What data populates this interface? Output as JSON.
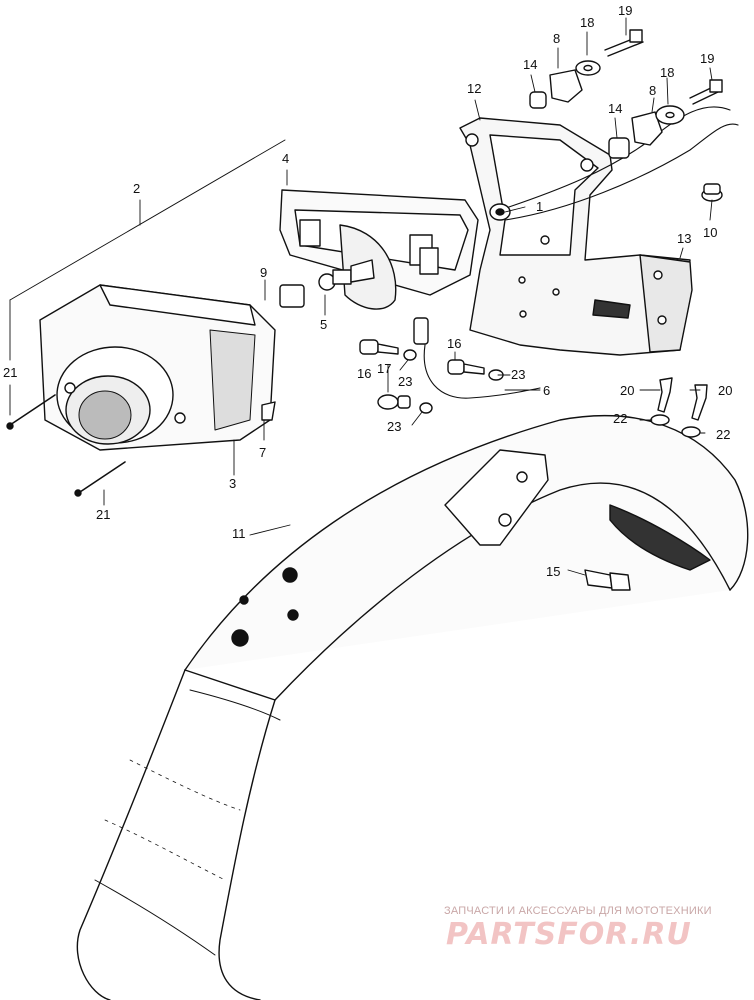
{
  "callouts": [
    {
      "id": "c1",
      "label": "1"
    },
    {
      "id": "c2",
      "label": "2"
    },
    {
      "id": "c3",
      "label": "3"
    },
    {
      "id": "c4",
      "label": "4"
    },
    {
      "id": "c5",
      "label": "5"
    },
    {
      "id": "c6",
      "label": "6"
    },
    {
      "id": "c7",
      "label": "7"
    },
    {
      "id": "c8a",
      "label": "8"
    },
    {
      "id": "c8b",
      "label": "8"
    },
    {
      "id": "c9",
      "label": "9"
    },
    {
      "id": "c10",
      "label": "10"
    },
    {
      "id": "c11",
      "label": "11"
    },
    {
      "id": "c12",
      "label": "12"
    },
    {
      "id": "c13",
      "label": "13"
    },
    {
      "id": "c14a",
      "label": "14"
    },
    {
      "id": "c14b",
      "label": "14"
    },
    {
      "id": "c15",
      "label": "15"
    },
    {
      "id": "c16a",
      "label": "16"
    },
    {
      "id": "c16b",
      "label": "16"
    },
    {
      "id": "c17",
      "label": "17"
    },
    {
      "id": "c18a",
      "label": "18"
    },
    {
      "id": "c18b",
      "label": "18"
    },
    {
      "id": "c19a",
      "label": "19"
    },
    {
      "id": "c19b",
      "label": "19"
    },
    {
      "id": "c20a",
      "label": "20"
    },
    {
      "id": "c20b",
      "label": "20"
    },
    {
      "id": "c21a",
      "label": "21"
    },
    {
      "id": "c21b",
      "label": "21"
    },
    {
      "id": "c22a",
      "label": "22"
    },
    {
      "id": "c22b",
      "label": "22"
    },
    {
      "id": "c23a",
      "label": "23"
    },
    {
      "id": "c23b",
      "label": "23"
    },
    {
      "id": "c23c",
      "label": "23"
    }
  ],
  "watermark": {
    "tagline": "ЗАПЧАСТИ И АКСЕССУАРЫ ДЛЯ МОТОТЕХНИКИ",
    "brand": "PARTSFOR.RU",
    "color": "#f2c4c4"
  }
}
